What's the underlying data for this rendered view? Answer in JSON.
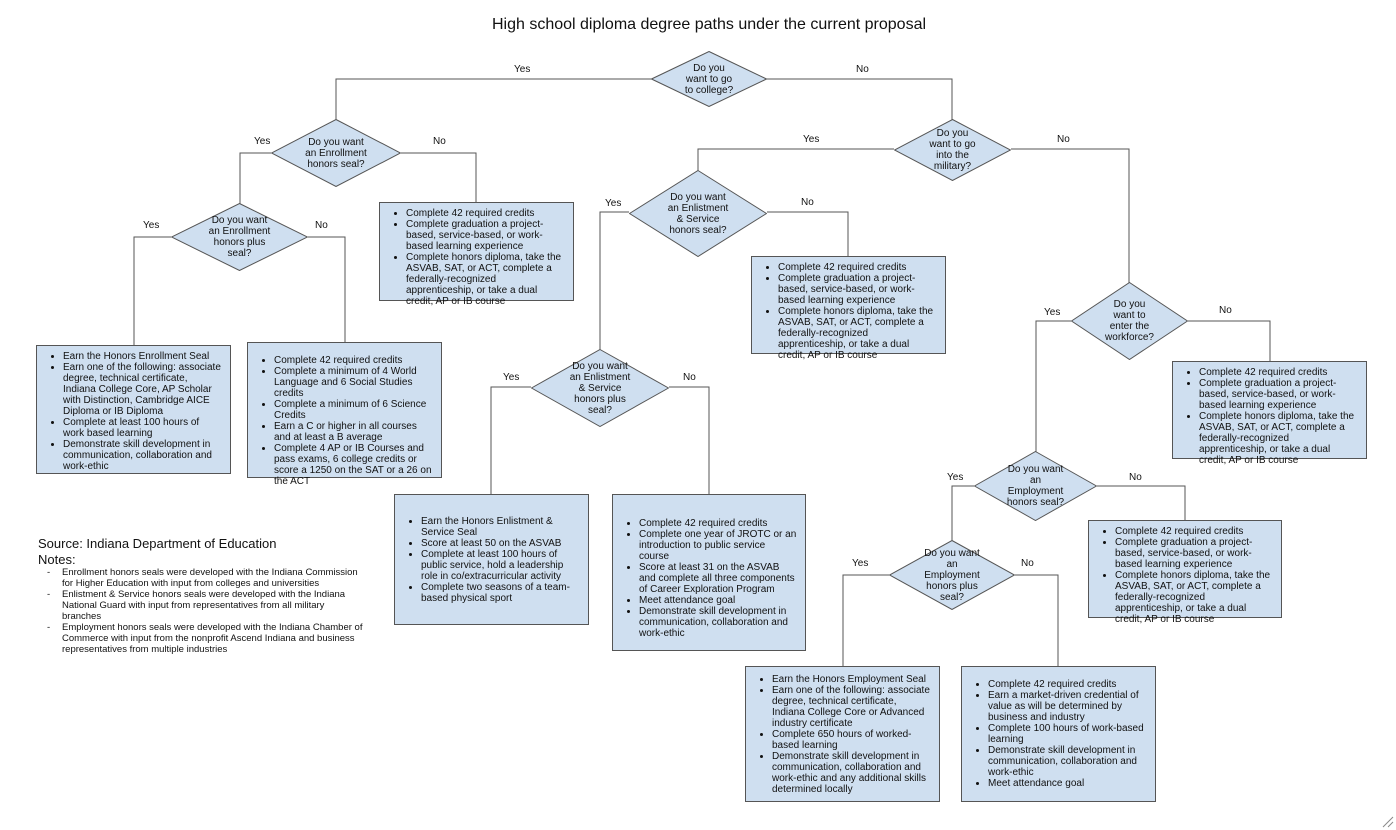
{
  "title": "High school diploma degree paths under the current proposal",
  "labels": {
    "yes": "Yes",
    "no": "No"
  },
  "colors": {
    "box_fill": "#cfdff0",
    "line": "#555555"
  },
  "questions": {
    "college": "Do you want to go to college?",
    "enroll_seal": "Do you want an Enrollment honors seal?",
    "enroll_plus": "Do you want an Enrollment honors plus seal?",
    "military": "Do you want to go into the military?",
    "enlist_seal": "Do you want an Enlistment & Service honors seal?",
    "enlist_plus": "Do you want an Enlistment & Service honors plus seal?",
    "workforce": "Do you want to enter the workforce?",
    "employ_seal": "Do you want an Employment honors seal?",
    "employ_plus": "Do you want an Employment honors plus seal?"
  },
  "boxes": {
    "enroll_no": [
      "Complete 42 required credits",
      "Complete graduation a project-based, service-based, or work-based learning experience",
      "Complete honors diploma, take the ASVAB, SAT, or ACT, complete a federally-recognized apprenticeship, or take a dual credit, AP or IB course"
    ],
    "enroll_plus_yes": [
      "Earn the Honors Enrollment Seal",
      "Earn one of the following: associate degree, technical certificate, Indiana College Core, AP Scholar with Distinction, Cambridge AICE Diploma or IB Diploma",
      "Complete at least 100 hours of work based learning",
      "Demonstrate skill development in communication, collaboration  and work-ethic"
    ],
    "enroll_plus_no": [
      "Complete 42 required credits",
      "Complete a minimum of 4 World Language and 6 Social Studies credits",
      "Complete a minimum of 6 Science Credits",
      "Earn a C or higher in all courses and at least a B average",
      "Complete 4 AP or IB Courses and pass exams, 6 college credits or score a 1250 on the SAT or a 26 on the ACT"
    ],
    "enlist_no": [
      "Complete 42 required credits",
      "Complete graduation a project-based, service-based, or work-based learning experience",
      "Complete honors diploma, take the ASVAB, SAT, or ACT, complete a federally-recognized apprenticeship, or take a dual credit, AP or IB course"
    ],
    "enlist_plus_yes": [
      "Earn the Honors Enlistment & Service Seal",
      "Score at least 50 on the ASVAB",
      "Complete at least 100 hours of public service, hold a leadership role in co/extracurricular activity",
      "Complete two seasons of a team-based physical sport"
    ],
    "enlist_plus_no": [
      "Complete 42 required credits",
      "Complete one year of JROTC or an introduction to public service course",
      "Score at least 31 on the ASVAB and complete all three components of Career Exploration Program",
      "Meet attendance goal",
      "Demonstrate skill development in communication, collaboration  and work-ethic"
    ],
    "workforce_no": [
      "Complete 42 required credits",
      "Complete graduation a project-based, service-based, or work-based learning experience",
      "Complete honors diploma, take the ASVAB, SAT, or ACT, complete a federally-recognized apprenticeship, or take a dual credit, AP or IB course"
    ],
    "employ_no": [
      "Complete 42 required credits",
      "Complete graduation a project-based, service-based, or work-based learning experience",
      "Complete honors diploma, take the ASVAB, SAT, or ACT, complete a federally-recognized apprenticeship, or take a dual credit, AP or IB course"
    ],
    "employ_plus_yes": [
      "Earn the Honors Employment Seal",
      "Earn one of the following: associate degree, technical certificate, Indiana College Core or Advanced industry certificate",
      "Complete 650 hours of worked-based learning",
      "Demonstrate skill development in communication, collaboration  and work-ethic and any additional skills determined locally"
    ],
    "employ_plus_no": [
      "Complete 42 required credits",
      "Earn a market-driven credential of value as will be determined by business and industry",
      "Complete 100 hours of work-based learning",
      "Demonstrate skill development in communication, collaboration  and work-ethic",
      "Meet attendance goal"
    ]
  },
  "source": "Source: Indiana Department of Education",
  "notes_title": "Notes:",
  "notes": [
    "Enrollment honors seals were developed with the Indiana Commission for Higher Education with input from colleges and universities",
    "Enlistment & Service honors seals were developed with the Indiana National Guard with input from representatives from all military branches",
    "Employment honors seals were developed with the Indiana Chamber of Commerce with input from the nonprofit Ascend Indiana and business representatives from multiple industries"
  ]
}
